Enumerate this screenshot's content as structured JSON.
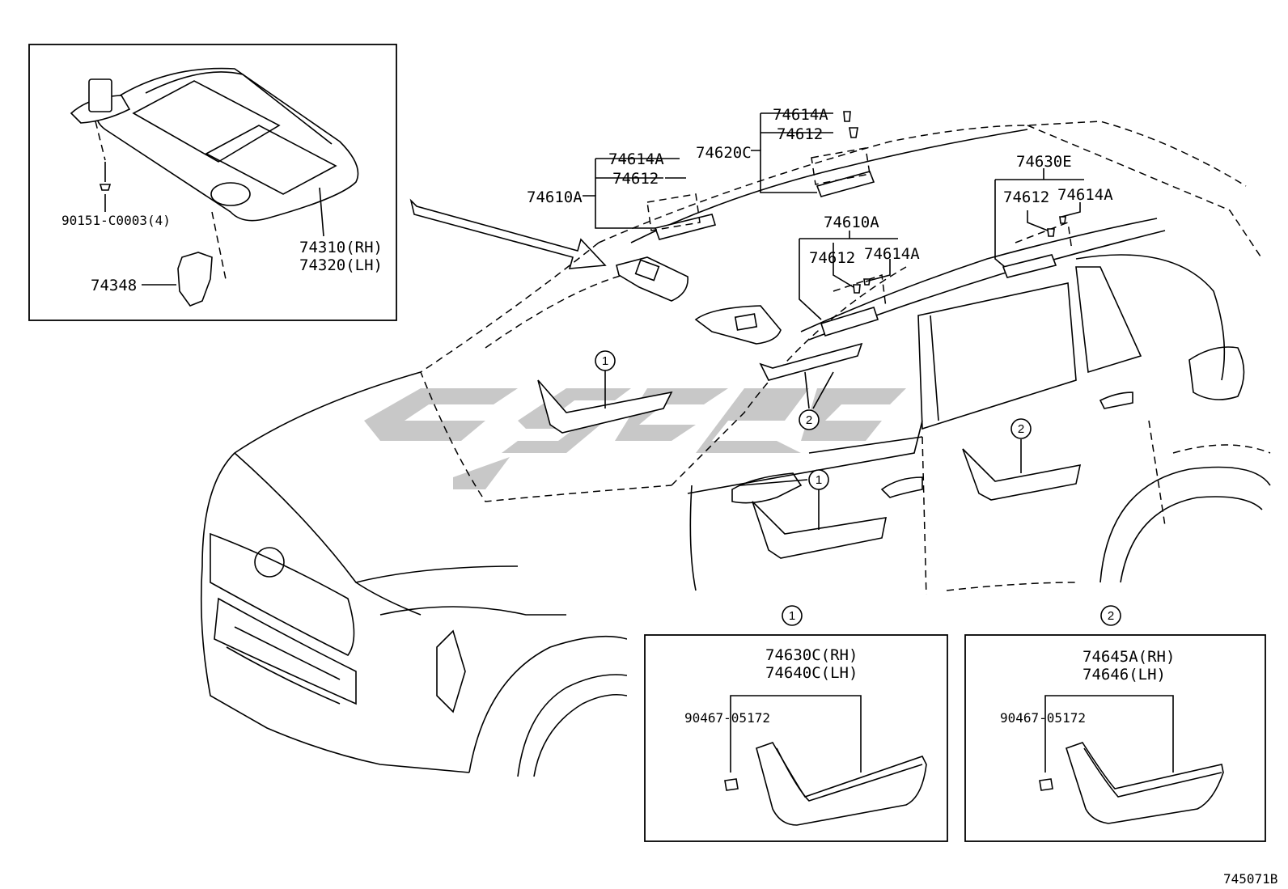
{
  "diagram_id": "745071B",
  "callouts": {
    "inset_bolt": "90151-C0003(4)",
    "inset_holder": "74348",
    "visor_rh": "74310(RH)",
    "visor_lh": "74320(LH)",
    "front_left": {
      "assy": "74610A",
      "screw_cover": "74614A",
      "bracket": "74612"
    },
    "center": {
      "assy": "74620C",
      "screw_cover": "74614A",
      "bracket": "74612"
    },
    "front_right": {
      "assy": "74610A",
      "bracket": "74612",
      "screw_cover": "74614A"
    },
    "rear": {
      "assy": "74630E",
      "bracket": "74612",
      "screw_cover": "74614A"
    }
  },
  "marker_1": "1",
  "marker_2": "2",
  "detail_1": {
    "number": "1",
    "part_rh": "74630C(RH)",
    "part_lh": "74640C(LH)",
    "clip": "90467-05172"
  },
  "detail_2": {
    "number": "2",
    "part_rh": "74645A(RH)",
    "part_lh": "74646(LH)",
    "clip": "90467-05172"
  },
  "colors": {
    "line": "#000000",
    "background": "#ffffff",
    "watermark": "#9a9a9a"
  }
}
